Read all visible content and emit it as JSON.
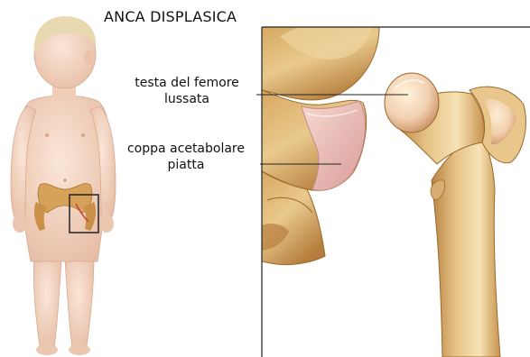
{
  "title": "ANCA DISPLASICA",
  "labels": {
    "femoral_head_line1": "testa del femore",
    "femoral_head_line2": "lussata",
    "acetabular_cup_line1": "coppa acetabolare",
    "acetabular_cup_line2": "piatta"
  },
  "colors": {
    "bone_light": "#f3dca6",
    "bone_mid": "#dcb06a",
    "bone_dark": "#a9742f",
    "cartilage": "#f0c8c4",
    "frame_line": "#222222",
    "skin": "#f4d6c3",
    "skin_shadow": "#e3b9a1",
    "hair": "#e8d9b4"
  }
}
